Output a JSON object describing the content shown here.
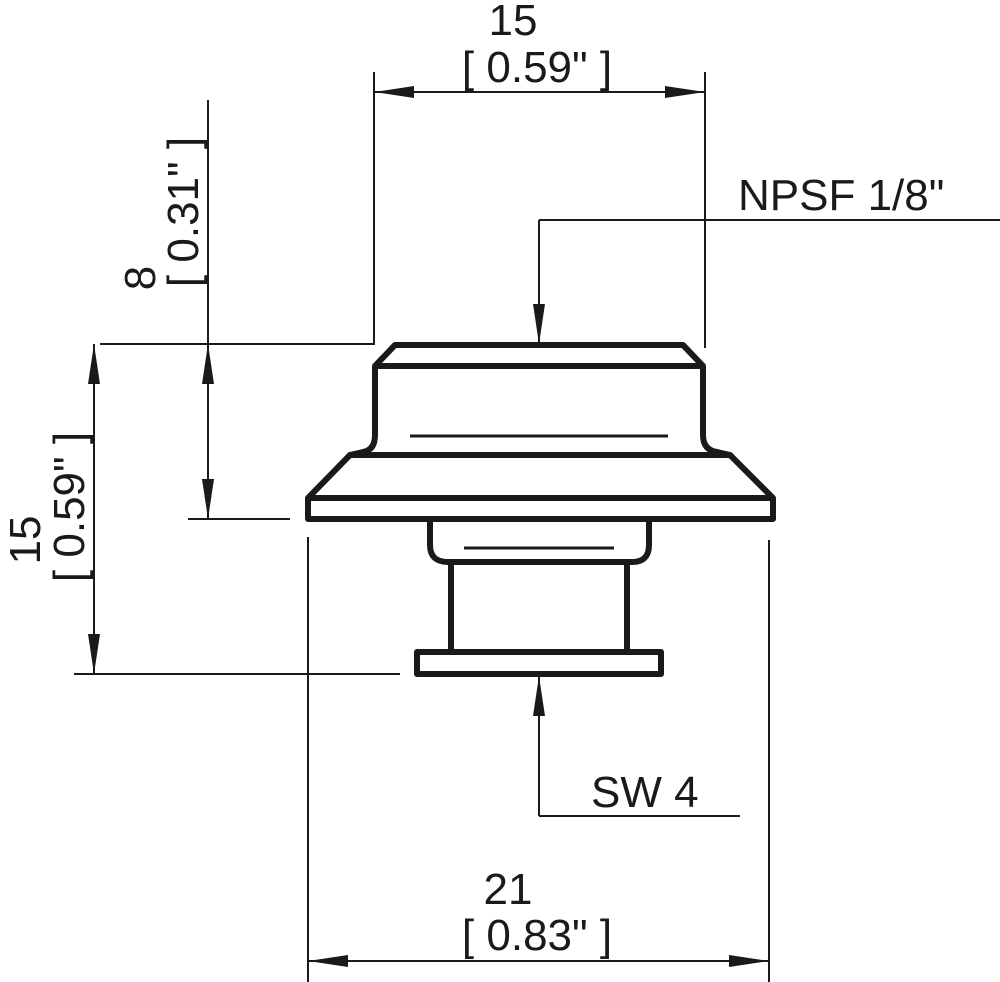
{
  "drawing": {
    "subject": "fitting-technical-drawing",
    "line_color": "#1a1a1a",
    "background": "#ffffff",
    "dimensions": {
      "top_width": {
        "metric": "15",
        "imperial": "[ 0.59\" ]"
      },
      "flange_height": {
        "metric": "8",
        "imperial": "[ 0.31\" ]"
      },
      "total_height": {
        "metric": "15",
        "imperial": "[ 0.59\" ]"
      },
      "bottom_width": {
        "metric": "21",
        "imperial": "[ 0.83\" ]"
      }
    },
    "callouts": {
      "thread": "NPSF 1/8\"",
      "wrench_size": "SW 4"
    }
  }
}
